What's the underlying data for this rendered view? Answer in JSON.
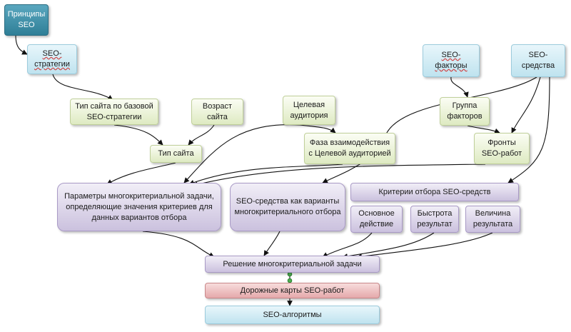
{
  "nodes": {
    "principles": "Принципы SEO",
    "seo_strategies": "SEO-стратегии",
    "site_type_base": "Тип сайта по базовой SEO-стратегии",
    "site_age": "Возраст сайта",
    "target_audience": "Целевая аудитория",
    "interaction_phase": "Фаза взаимодействия с Целевой аудиторией",
    "seo_factors": "SEO-факторы",
    "seo_tools": "SEO-средства",
    "factor_group": "Группа факторов",
    "site_type": "Тип сайта",
    "seo_work_fronts": "Фронты SEO-работ",
    "params": "Параметры многокритериальной задачи, определяющие значения критериев для данных вариантов отбора",
    "tools_as_variants": "SEO-средства как варианты многокритериального отбора",
    "criteria": "Критерии отбора SEO-средств",
    "main_action": "Основное действие",
    "result_speed": "Быстрота результат",
    "result_size": "Величина результата",
    "solution": "Решение многокритериальной задачи",
    "roadmaps": "Дорожные карты SEO-работ",
    "algorithms": "SEO-алгоритмы"
  }
}
